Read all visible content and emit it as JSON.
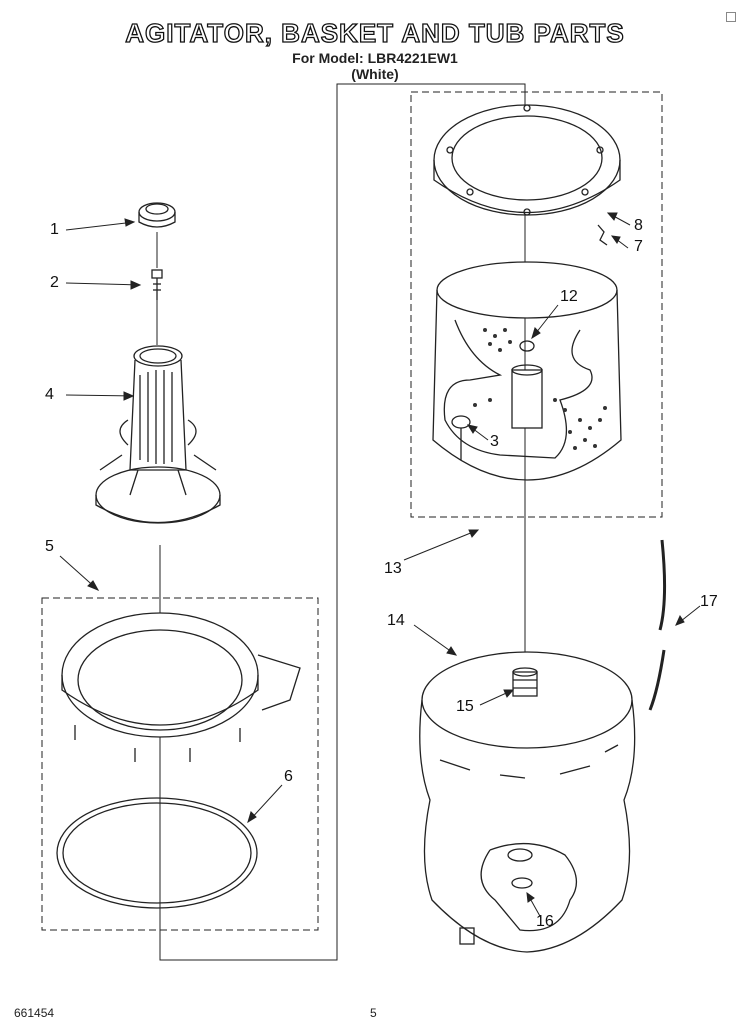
{
  "title": "AGITATOR, BASKET AND TUB PARTS",
  "model_line": "For Model: LBR4221EW1",
  "color_line": "(White)",
  "callouts": [
    "1",
    "2",
    "4",
    "5",
    "6",
    "8",
    "7",
    "12",
    "3",
    "13",
    "14",
    "17",
    "15",
    "16"
  ],
  "footer": {
    "doc_number": "661454",
    "page_number": "5"
  }
}
